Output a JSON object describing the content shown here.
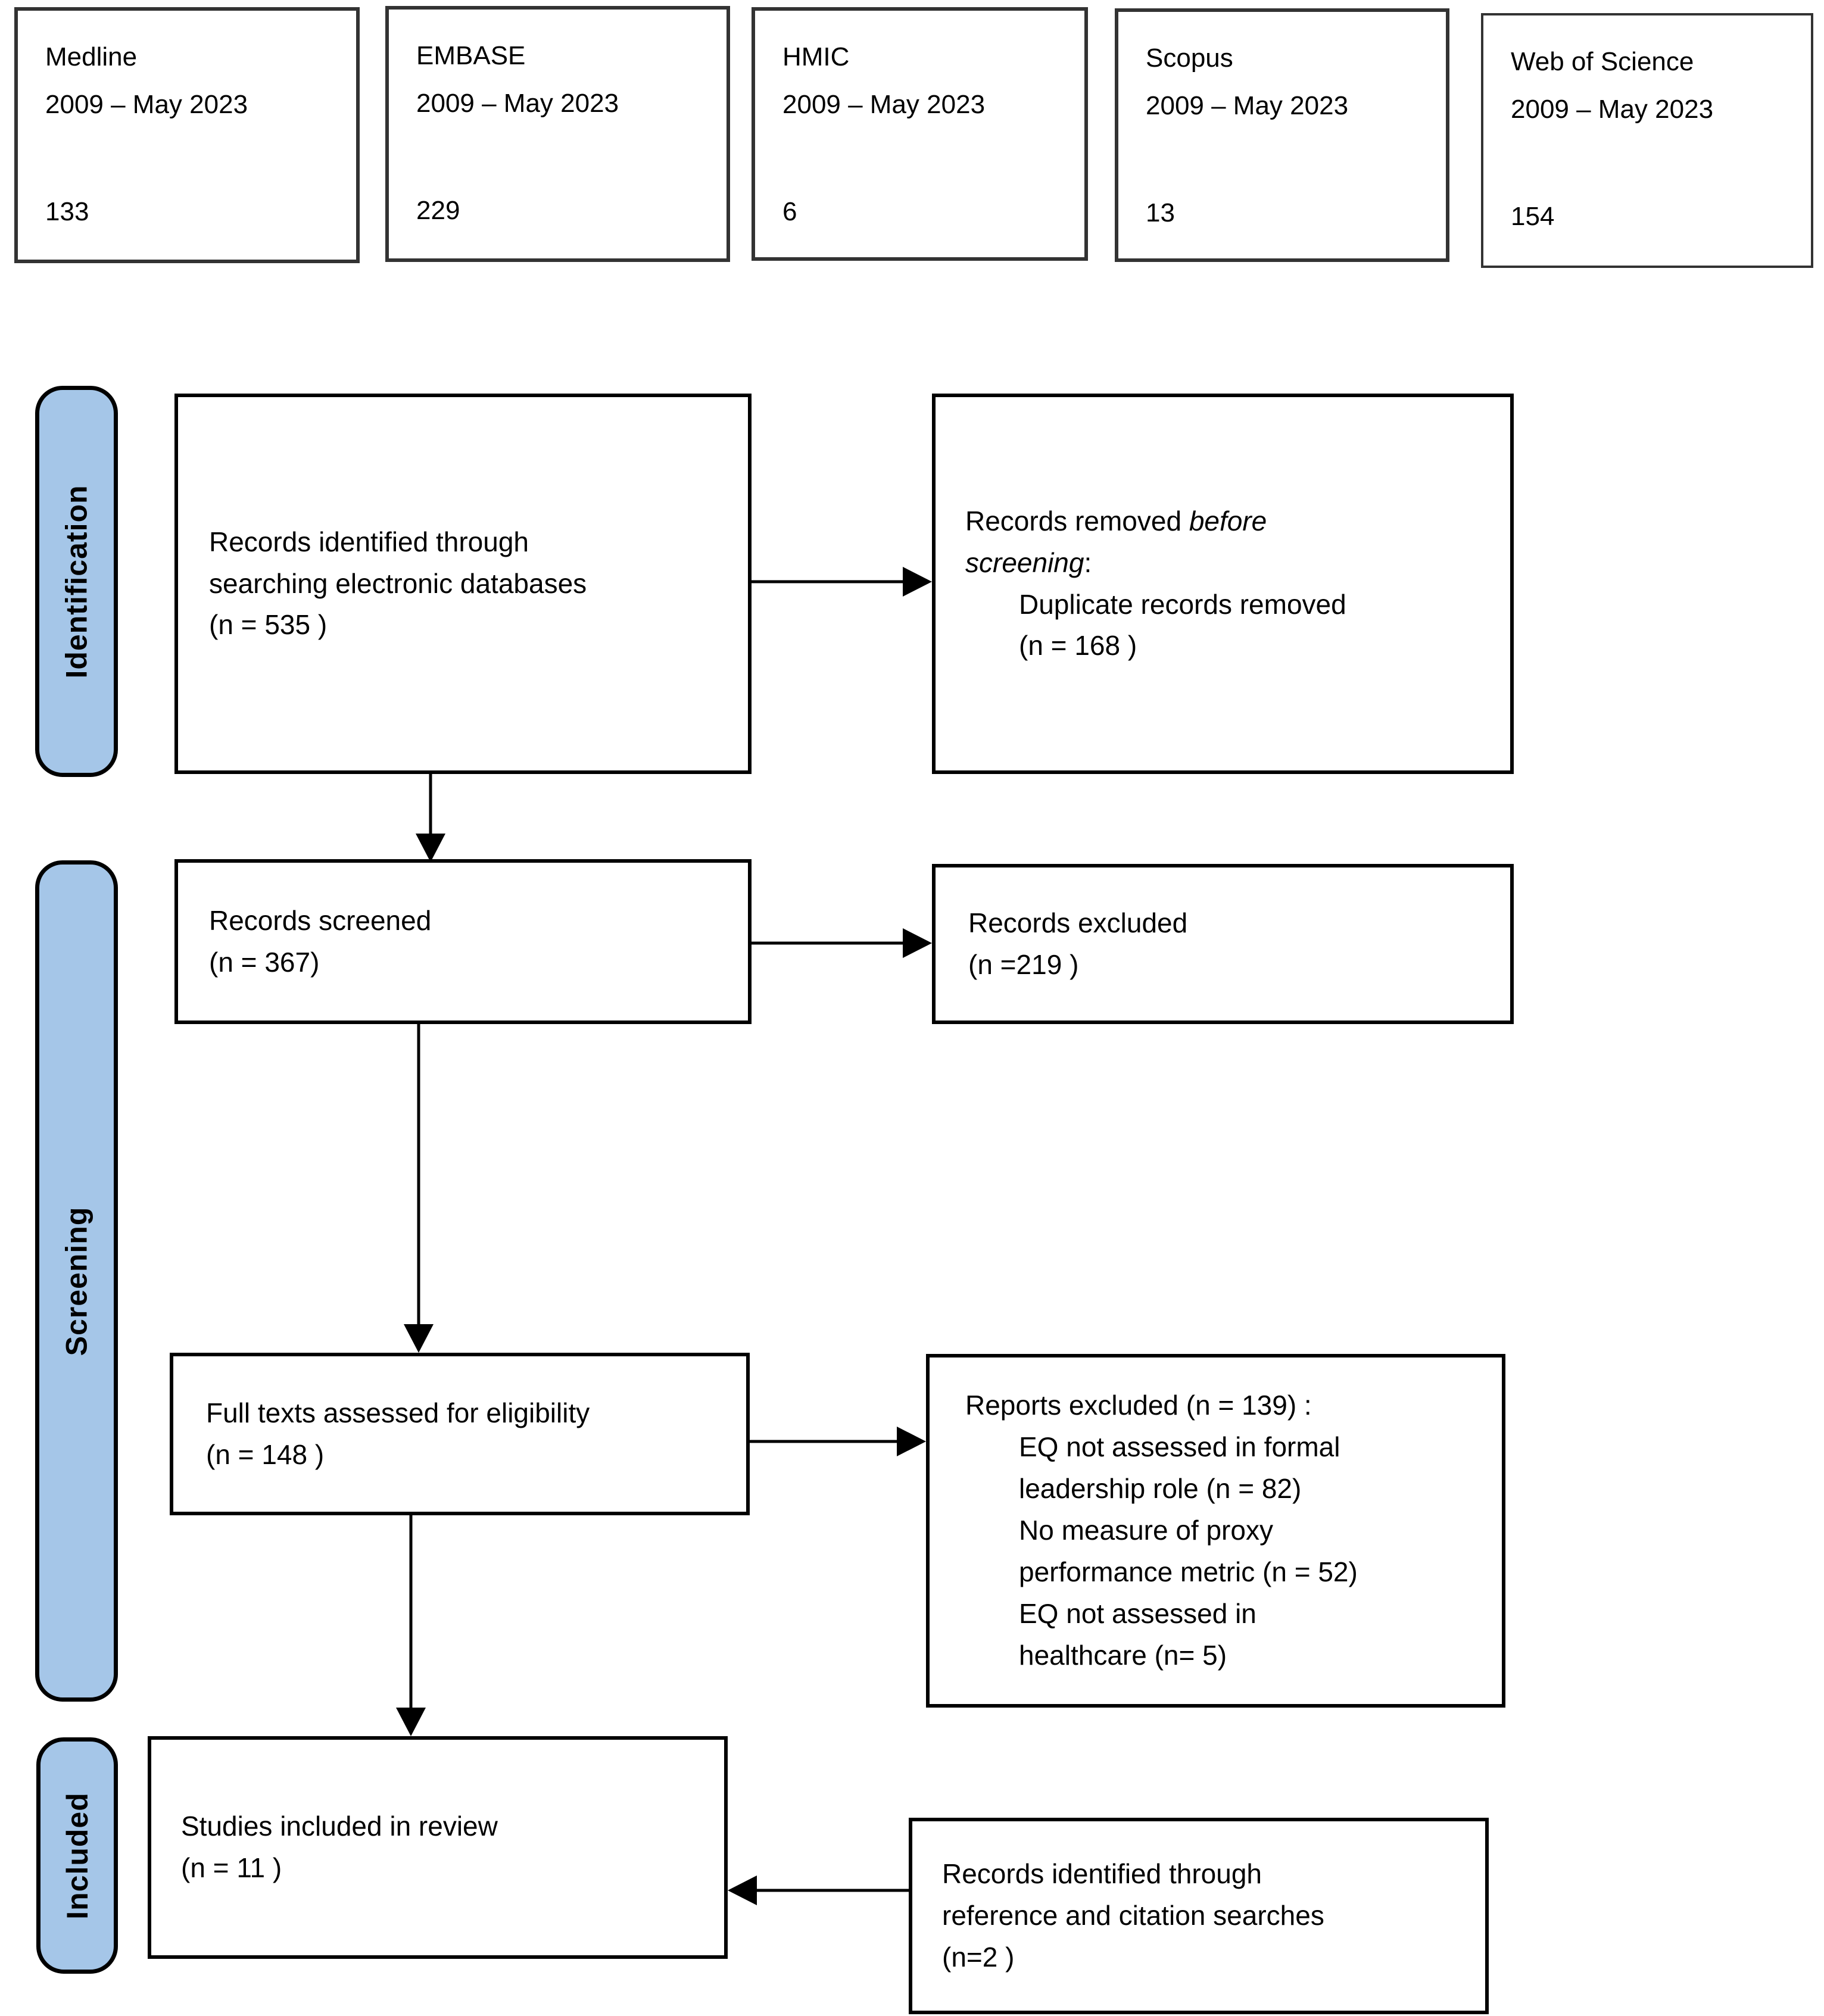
{
  "databases": [
    {
      "name": "Medline",
      "range": "2009 – May 2023",
      "count": "133"
    },
    {
      "name": "EMBASE",
      "range": "2009 – May 2023",
      "count": "229"
    },
    {
      "name": "HMIC",
      "range": "2009 – May 2023",
      "count": "6"
    },
    {
      "name": "Scopus",
      "range": "2009 – May 2023",
      "count": "13"
    },
    {
      "name": "Web of Science",
      "range": "2009 – May 2023",
      "count": "154"
    }
  ],
  "stage_labels": {
    "identification": "Identification",
    "screening": "Screening",
    "included": "Included"
  },
  "flow": {
    "records_identified": {
      "lines": [
        "Records identified through",
        "searching electronic databases",
        "(n = 535 )"
      ]
    },
    "records_removed": {
      "line1_normal": "Records removed ",
      "line1_italic": "before",
      "line2_italic": "screening",
      "line2_normal": ":",
      "indented_lines": [
        "Duplicate records removed",
        "(n = 168 )"
      ]
    },
    "records_screened": {
      "lines": [
        "Records screened",
        "(n = 367)"
      ]
    },
    "records_excluded": {
      "lines": [
        "Records excluded",
        "(n =219 )"
      ]
    },
    "full_texts_assessed": {
      "lines": [
        "Full texts assessed for eligibility",
        "(n = 148 )"
      ]
    },
    "reports_excluded": {
      "header": "Reports excluded (n = 139) :",
      "indented_lines": [
        "EQ not assessed in formal",
        "leadership role (n = 82)",
        "No measure of proxy",
        "performance metric (n = 52)",
        "EQ not assessed in",
        "healthcare (n= 5)"
      ]
    },
    "studies_included": {
      "lines": [
        "Studies included in review",
        "(n = 11 )"
      ]
    },
    "reference_citation": {
      "lines": [
        "Records identified through",
        "reference and citation searches",
        "(n=2 )"
      ]
    }
  },
  "colors": {
    "stage_fill": "#a5c6e8",
    "flow_box_border": "#000000",
    "database_box_border": "#333333",
    "text": "#000000",
    "background": "#ffffff"
  }
}
